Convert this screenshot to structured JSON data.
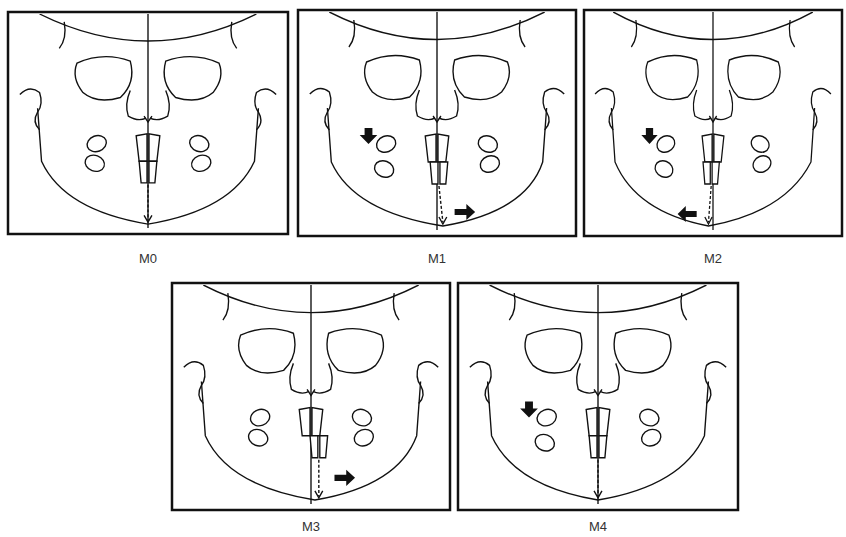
{
  "diagram": {
    "labels": [
      "M0",
      "M1",
      "M2",
      "M3",
      "M4"
    ]
  }
}
